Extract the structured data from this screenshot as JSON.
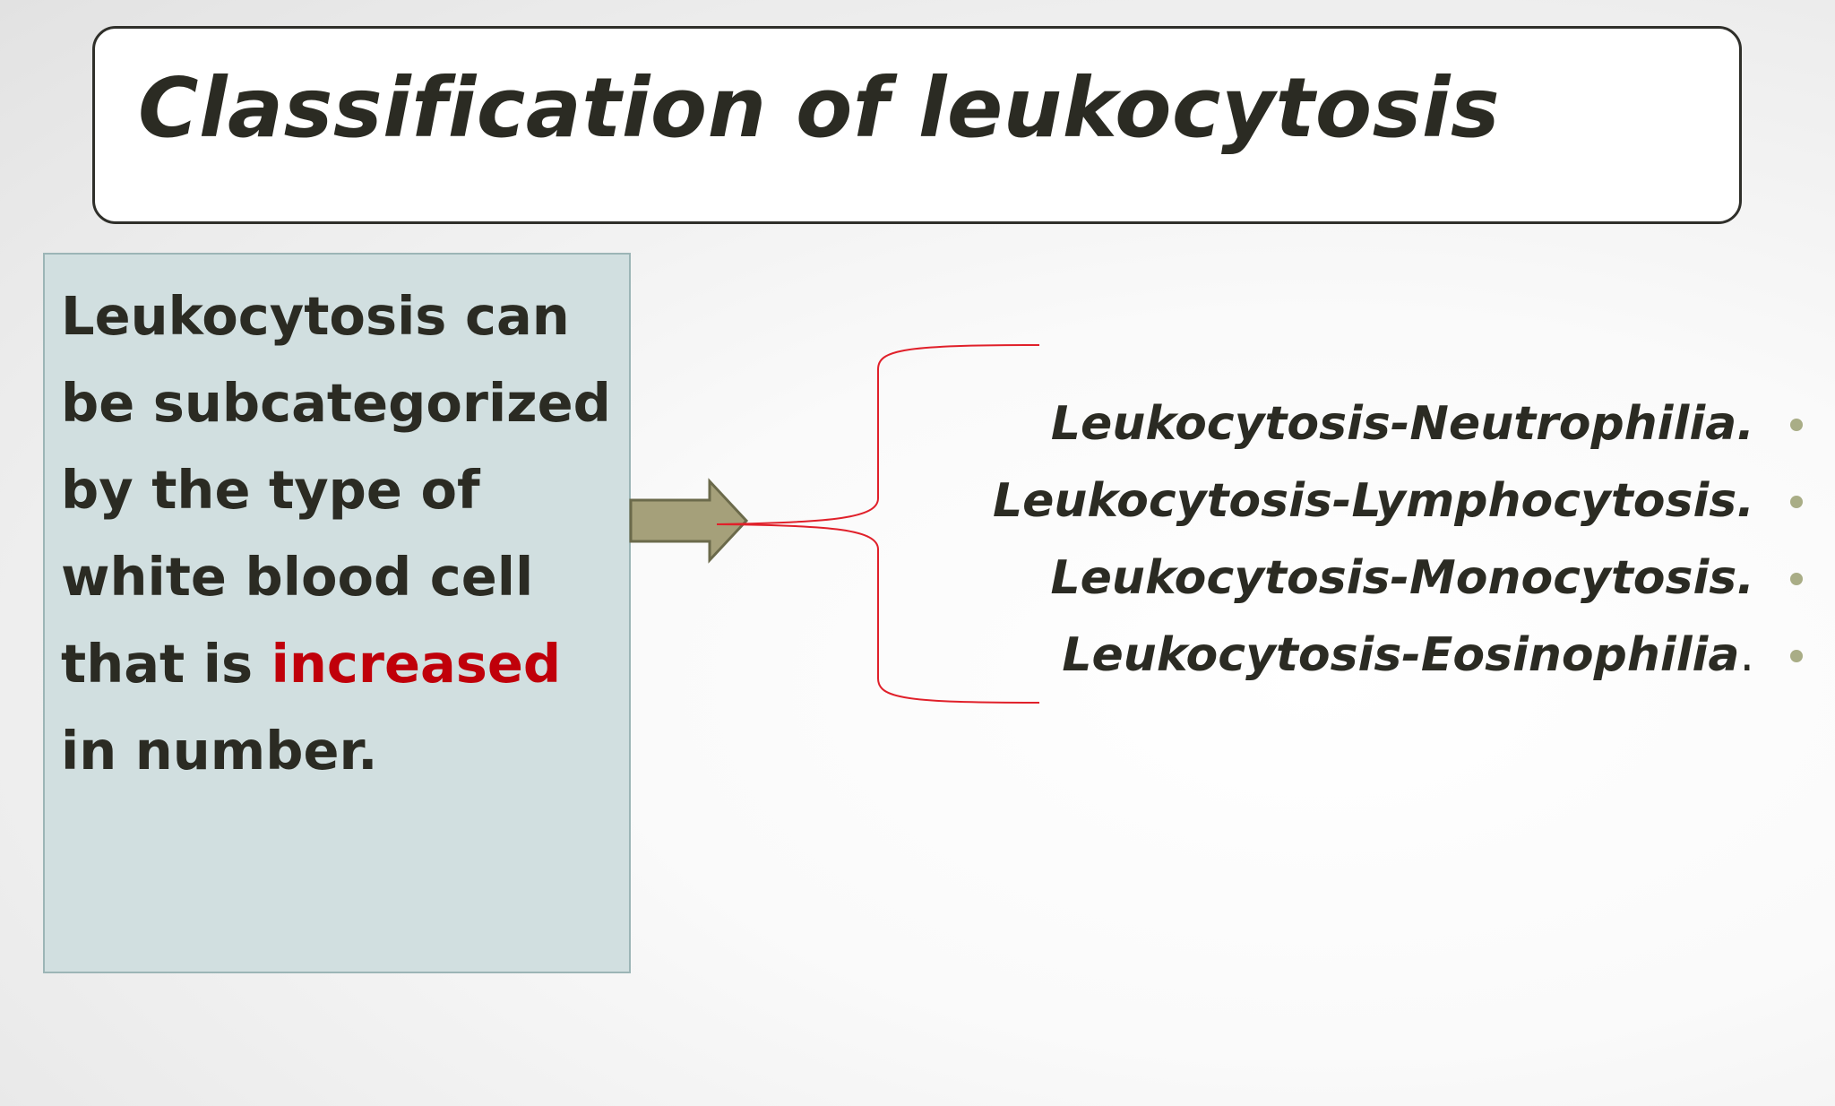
{
  "slide": {
    "title": "Classification of leukocytosis",
    "description": {
      "lines": [
        "Leukocytosis can",
        "be subcategorized",
        "by the type of",
        "white blood cell"
      ],
      "line5_prefix": "that is ",
      "line5_highlight": "increased",
      "line6": "in number."
    },
    "items": [
      {
        "text": "Leukocytosis-Neutrophilia.",
        "suffix": ""
      },
      {
        "text": "Leukocytosis-Lymphocytosis.",
        "suffix": ""
      },
      {
        "text": "Leukocytosis-Monocytosis.",
        "suffix": ""
      },
      {
        "text": "Leukocytosis-Eosinophilia",
        "suffix": "."
      }
    ],
    "colors": {
      "highlight": "#c0000a",
      "connector": "#e0202a",
      "arrow_fill": "#a5a07a",
      "bullet": "#a9ad86",
      "box_fill": "#d1dfe0"
    },
    "icons": [
      "arrow-right-icon",
      "curly-brace-icon",
      "bullet-dot-icon"
    ]
  }
}
